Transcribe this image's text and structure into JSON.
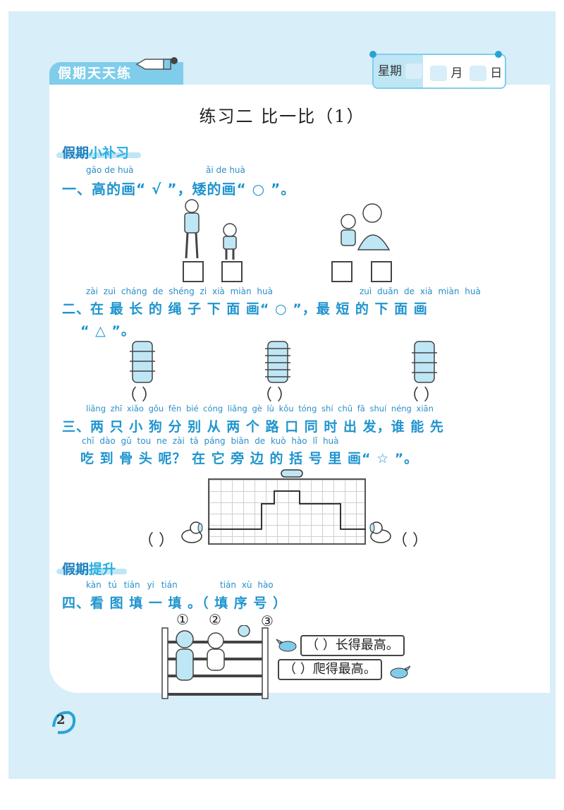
{
  "header": {
    "banner": "假期天天练",
    "week_label": "星期",
    "month_label": "月",
    "day_label": "日"
  },
  "title": "练习二  比一比（1）",
  "sections": {
    "basic": {
      "prefix": "假期",
      "highlight": "小补习"
    },
    "advanced": {
      "prefix": "假期",
      "highlight": "提升"
    }
  },
  "q1": {
    "pinyin_a": "gāo de huà",
    "pinyin_b": "ǎi de huà",
    "text": "一、高的画“ √ ”，矮的画“ ○ ”。"
  },
  "q2": {
    "pinyin_a": "zài zuì cháng de shéng zi xià miàn huà",
    "pinyin_b": "zuì duǎn de xià miàn huà",
    "line1": "二、在 最 长 的 绳 子 下 面 画“ ○ ”，最 短 的 下 面 画",
    "line2": "“ △ ”。",
    "paren": "（    ）"
  },
  "q3": {
    "pinyin_1": "liǎng zhī xiǎo gǒu fēn bié cóng liǎng gè lù kǒu tóng shí chū fā   shuí néng xiān",
    "line1": "三、两 只 小 狗 分 别 从  两 个 路 口 同 时 出 发，谁 能 先",
    "pinyin_2": "chī dào gǔ tou ne     zài tā páng biān de kuò hào lǐ huà",
    "line2": "吃 到 骨 头 呢？ 在 它  旁 边 的 括 号 里 画“ ☆ ”。",
    "paren": "（    ）"
  },
  "q4": {
    "pinyin_a": "kàn tú tián yi tián",
    "pinyin_b": "tián xù hào",
    "text": "四、看 图 填 一 填 。（ 填 序 号 ）",
    "labels": [
      "①",
      "②",
      "③"
    ],
    "answer1": "（    ）长得最高。",
    "answer2": "（    ）爬得最高。"
  },
  "page_number": "2",
  "colors": {
    "accent": "#1f94cf",
    "light": "#d8eef8",
    "banner": "#7fcdeb"
  }
}
